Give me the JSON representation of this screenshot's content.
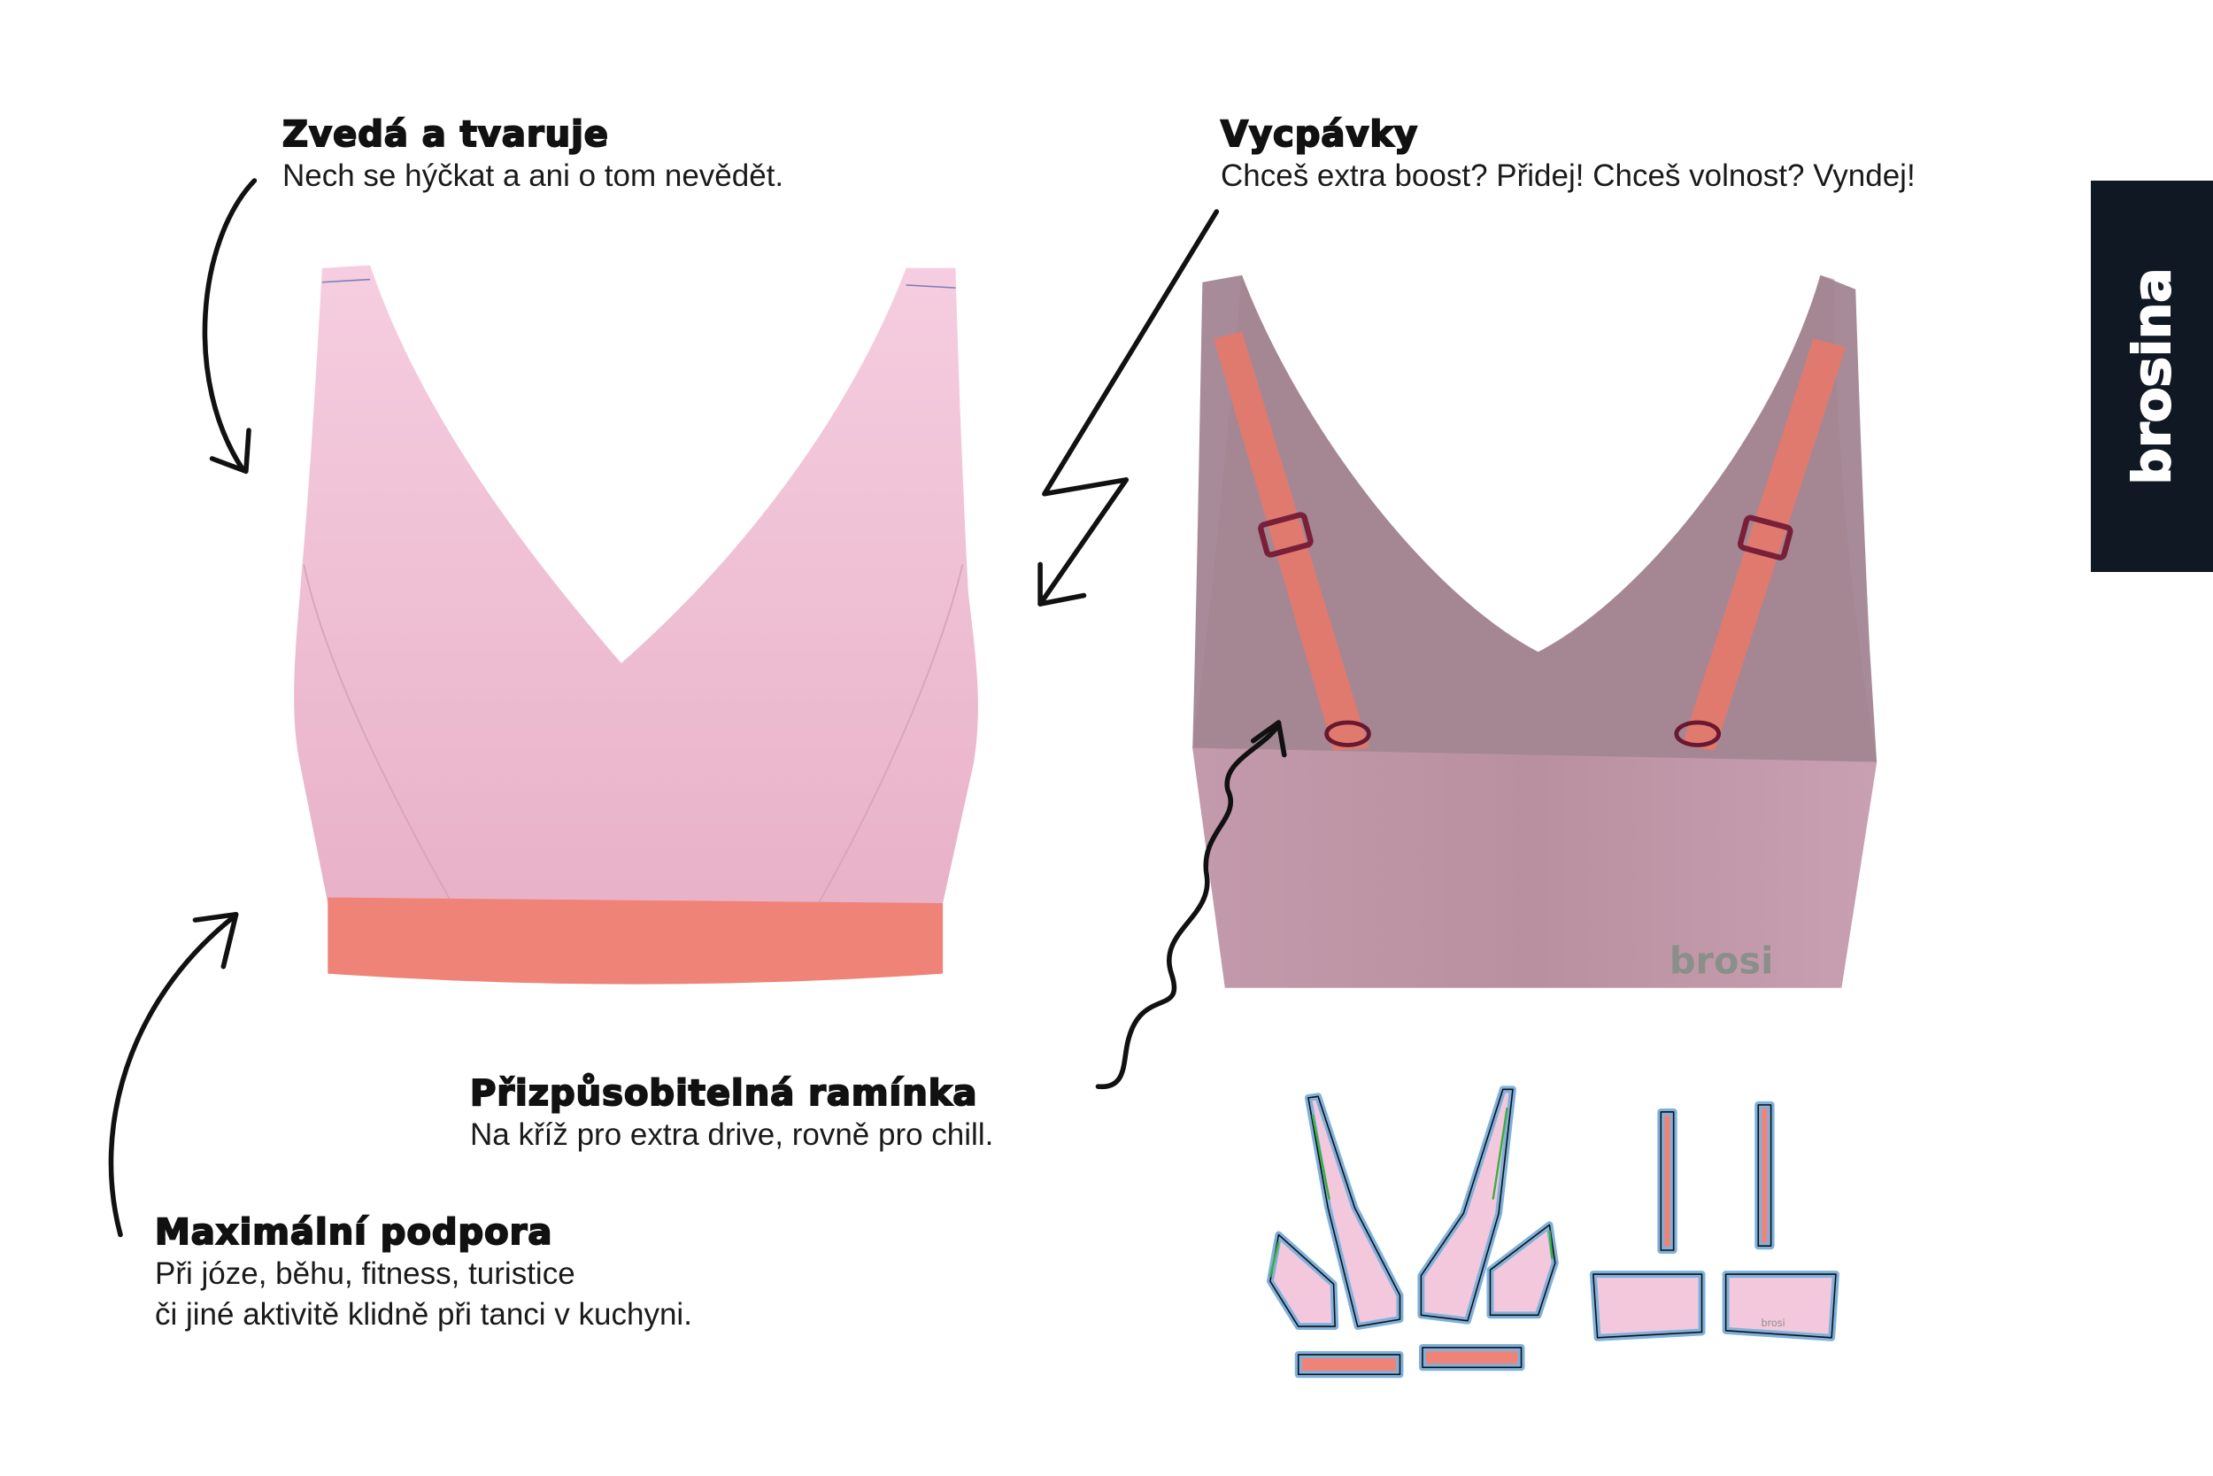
{
  "features": [
    {
      "title": "Zvedá a tvaruje",
      "text": "Nech se hýčkat a ani o tom nevědět."
    },
    {
      "title": "Vycpávky",
      "text": "Chceš extra boost? Přidej! Chceš volnost? Vyndej!"
    },
    {
      "title": "Přizpůsobitelná ramínka",
      "text": "Na kříž pro extra drive, rovně pro chill."
    },
    {
      "title": "Maximální podpora",
      "lines": [
        "Při józe, běhu, fitness, turistice",
        "či jiné aktivitě klidně při tanci v kuchyni."
      ]
    }
  ],
  "brand": {
    "label": "brosina"
  },
  "product_logo": "brosi",
  "colors": {
    "fabric": "#f4c8dc",
    "band": "#f08378",
    "strap": "#e07a6e",
    "brand_bg": "#101923",
    "pattern_outline": "#7fb1dc"
  }
}
